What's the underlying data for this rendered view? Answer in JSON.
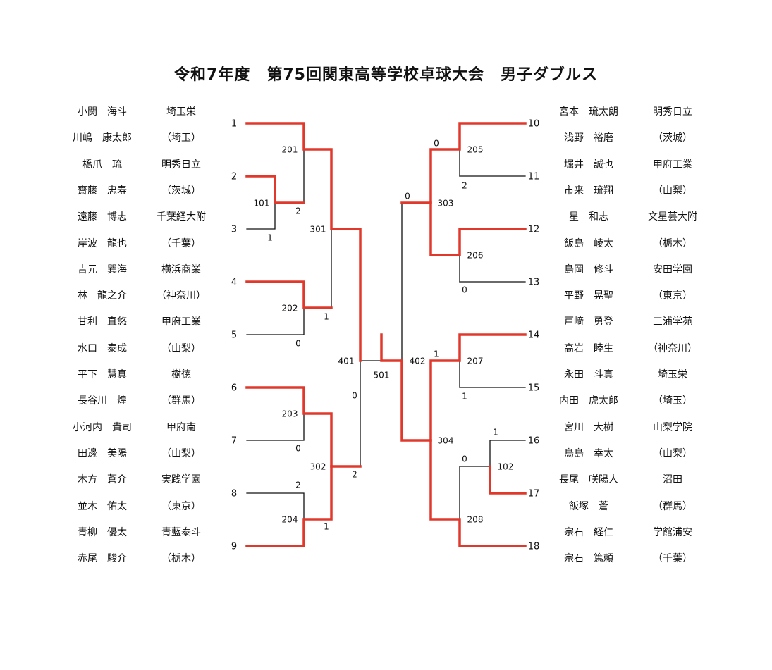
{
  "title": "令和7年度　第75回関東高等学校卓球大会　男子ダブルス",
  "colors": {
    "winner_line": "#e0382b",
    "normal_line": "#111111"
  },
  "left_players": [
    {
      "name": "小関　海斗",
      "school": "埼玉栄"
    },
    {
      "name": "川嶋　康太郎",
      "school": "（埼玉）"
    },
    {
      "name": "橋爪　琉",
      "school": "明秀日立"
    },
    {
      "name": "齋藤　忠寿",
      "school": "（茨城）"
    },
    {
      "name": "遠藤　博志",
      "school": "千葉経大附"
    },
    {
      "name": "岸波　龍也",
      "school": "（千葉）"
    },
    {
      "name": "吉元　巽海",
      "school": "横浜商業"
    },
    {
      "name": "林　龍之介",
      "school": "（神奈川）"
    },
    {
      "name": "甘利　直悠",
      "school": "甲府工業"
    },
    {
      "name": "水口　泰成",
      "school": "（山梨）"
    },
    {
      "name": "平下　慧真",
      "school": "樹徳"
    },
    {
      "name": "長谷川　煌",
      "school": "（群馬）"
    },
    {
      "name": "小河内　貴司",
      "school": "甲府南"
    },
    {
      "name": "田邊　美陽",
      "school": "（山梨）"
    },
    {
      "name": "木方　蒼介",
      "school": "実践学園"
    },
    {
      "name": "並木　佑太",
      "school": "（東京）"
    },
    {
      "name": "青柳　優太",
      "school": "青藍泰斗"
    },
    {
      "name": "赤尾　駿介",
      "school": "（栃木）"
    }
  ],
  "right_players": [
    {
      "name": "宮本　琉太朗",
      "school": "明秀日立"
    },
    {
      "name": "浅野　裕磨",
      "school": "（茨城）"
    },
    {
      "name": "堀井　誠也",
      "school": "甲府工業"
    },
    {
      "name": "市来　琉翔",
      "school": "（山梨）"
    },
    {
      "name": "星　和志",
      "school": "文星芸大附"
    },
    {
      "name": "飯島　崚太",
      "school": "（栃木）"
    },
    {
      "name": "島岡　修斗",
      "school": "安田学園"
    },
    {
      "name": "平野　晃聖",
      "school": "（東京）"
    },
    {
      "name": "戸﨑　勇登",
      "school": "三浦学苑"
    },
    {
      "name": "高岩　睦生",
      "school": "（神奈川）"
    },
    {
      "name": "永田　斗真",
      "school": "埼玉栄"
    },
    {
      "name": "内田　虎太郎",
      "school": "（埼玉）"
    },
    {
      "name": "宮川　大樹",
      "school": "山梨学院"
    },
    {
      "name": "鳥島　幸太",
      "school": "（山梨）"
    },
    {
      "name": "長尾　咲陽人",
      "school": "沼田"
    },
    {
      "name": "飯塚　蒼",
      "school": "（群馬）"
    },
    {
      "name": "宗石　経仁",
      "school": "学館浦安"
    },
    {
      "name": "宗石　篤頼",
      "school": "（千葉）"
    }
  ],
  "seeds": {
    "left": [
      "1",
      "2",
      "3",
      "4",
      "5",
      "6",
      "7",
      "8",
      "9"
    ],
    "right": [
      "10",
      "11",
      "12",
      "13",
      "14",
      "15",
      "16",
      "17",
      "18"
    ]
  },
  "match_numbers": {
    "m101": "101",
    "m201": "201",
    "m202": "202",
    "m203": "203",
    "m204": "204",
    "m301": "301",
    "m302": "302",
    "m401": "401",
    "m501": "501",
    "m102": "102",
    "m205": "205",
    "m206": "206",
    "m207": "207",
    "m208": "208",
    "m303": "303",
    "m304": "304",
    "m402": "402"
  },
  "scores": {
    "m201_lower": "2",
    "m101_lower": "1",
    "m301_lower": "1",
    "m202_lower": "0",
    "m401_lower": "0",
    "m302_lower": "2",
    "m203_lower": "0",
    "m204_upper": "2",
    "m204_lower": "1",
    "m205_upper": "0",
    "m205_lower": "2",
    "m303_upper": "0",
    "m206_lower": "0",
    "m207_upper": "1",
    "m207_lower": "1",
    "m102_upper": "1",
    "m102_lower": "0"
  }
}
